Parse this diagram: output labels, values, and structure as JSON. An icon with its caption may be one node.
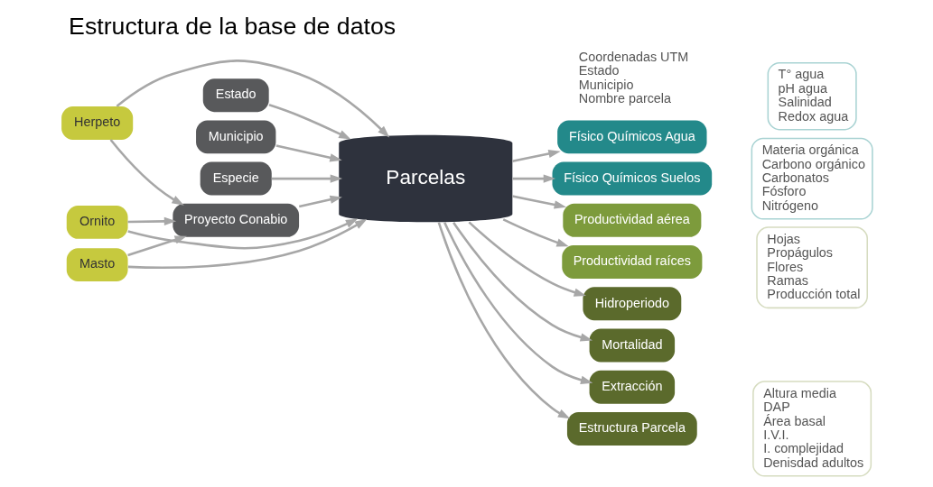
{
  "diagram": {
    "title": "Estructura de la base de datos",
    "nodes": [
      {
        "text": [
          "Proyecto Conabio"
        ]
      },
      {
        "text": [
          "Estado"
        ]
      },
      {
        "text": [
          "Municipio"
        ]
      },
      {
        "text": [
          "Especie"
        ]
      },
      {
        "text": [
          "Herpeto"
        ]
      },
      {
        "text": [
          "Ornito"
        ]
      },
      {
        "text": [
          "Masto"
        ]
      },
      {
        "text": [
          "Parcelas"
        ],
        "beside": [
          "Coordenadas UTM",
          "Estado",
          "Municipio",
          "Nombre parcela"
        ]
      },
      {
        "text": [
          "Físico Químicos Agua"
        ],
        "beside": [
          "T° agua",
          "pH agua",
          "Salinidad",
          "Redox agua"
        ]
      },
      {
        "text": [
          "Físico Químicos Suelos"
        ],
        "beside": [
          "Materia orgánica",
          "Carbono orgánico",
          "Carbonatos",
          "Fósforo",
          "Nitrógeno"
        ]
      },
      {
        "text": [
          "Productividad aérea"
        ],
        "beside": [
          "Hojas",
          "Propágulos",
          "Flores",
          "Ramas",
          "Producción total"
        ]
      },
      {
        "text": [
          "Productividad raíces"
        ]
      },
      {
        "text": [
          "Hidroperiodo"
        ]
      },
      {
        "text": [
          "Mortalidad"
        ]
      },
      {
        "text": [
          "Extracción"
        ]
      },
      {
        "text": [
          "Estructura Parcela"
        ],
        "beside": [
          "Altura media",
          "DAP",
          "Área basal",
          "I.V.I.",
          "I. complejidad",
          "Denisdad adultos"
        ]
      }
    ],
    "edges": [
      {
        "from": 4,
        "to": 0,
        "arrow": "to"
      },
      {
        "from": 5,
        "to": 0,
        "arrow": "to"
      },
      {
        "from": 6,
        "to": 0,
        "arrow": "to"
      },
      {
        "from": 4,
        "to": 7,
        "arrow": "to"
      },
      {
        "from": 5,
        "to": 7,
        "arrow": "to"
      },
      {
        "from": 6,
        "to": 7,
        "arrow": "to"
      },
      {
        "from": 0,
        "to": 7,
        "arrow": "to"
      },
      {
        "from": 1,
        "to": 7,
        "arrow": "to"
      },
      {
        "from": 2,
        "to": 7,
        "arrow": "to"
      },
      {
        "from": 3,
        "to": 7,
        "arrow": "to"
      },
      {
        "from": 7,
        "to": 8,
        "arrow": "to"
      },
      {
        "from": 7,
        "to": 9,
        "arrow": "to"
      },
      {
        "from": 7,
        "to": 10,
        "arrow": "to"
      },
      {
        "from": 7,
        "to": 11,
        "arrow": "to"
      },
      {
        "from": 7,
        "to": 12,
        "arrow": "to"
      },
      {
        "from": 7,
        "to": 13,
        "arrow": "to"
      },
      {
        "from": 7,
        "to": 14,
        "arrow": "to"
      },
      {
        "from": 7,
        "to": 15,
        "arrow": "to"
      }
    ]
  }
}
